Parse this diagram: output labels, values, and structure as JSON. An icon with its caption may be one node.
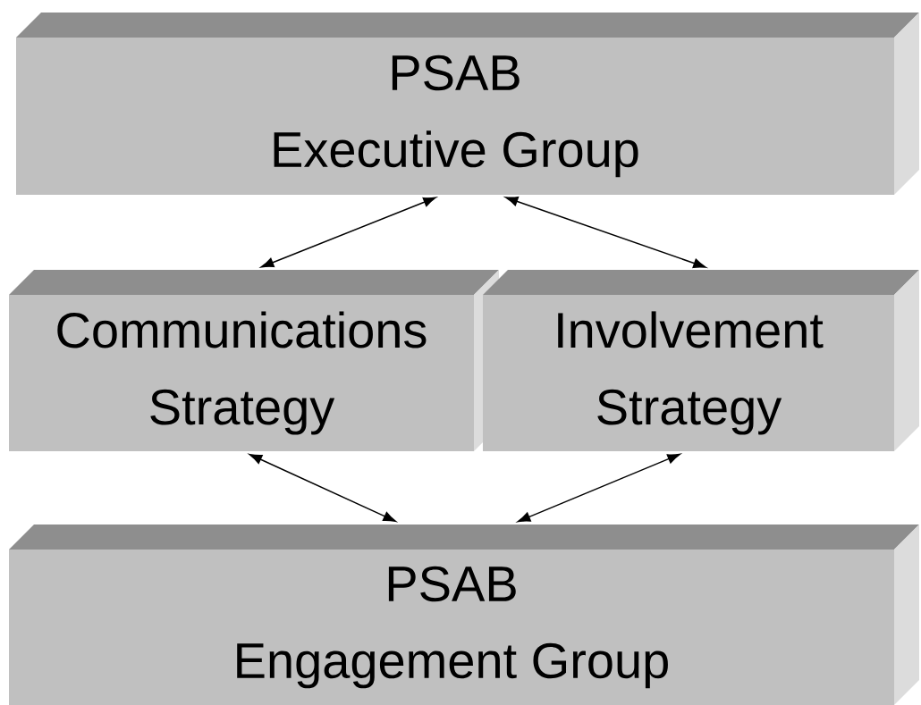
{
  "diagram": {
    "nodes": [
      {
        "text": [
          "PSAB Executive Group"
        ]
      },
      {
        "text": [
          "Communications Strategy"
        ]
      },
      {
        "text": [
          "Involvement Strategy"
        ]
      },
      {
        "text": [
          "PSAB Engagement Group"
        ]
      }
    ],
    "edges": [
      {
        "from": 0,
        "to": 1,
        "arrow": "both"
      },
      {
        "from": 0,
        "to": 2,
        "arrow": "both"
      },
      {
        "from": 1,
        "to": 3,
        "arrow": "both"
      },
      {
        "from": 2,
        "to": 3,
        "arrow": "both"
      }
    ]
  }
}
